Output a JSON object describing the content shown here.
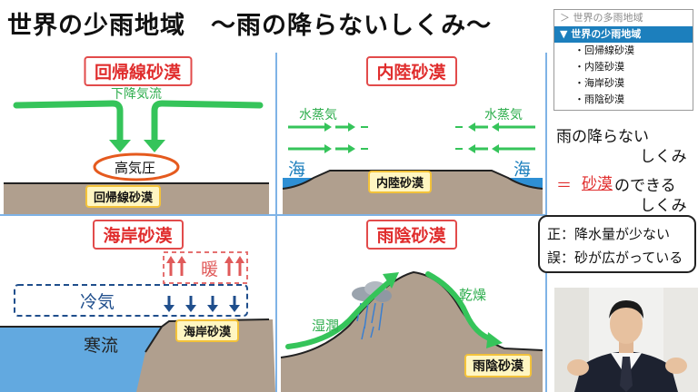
{
  "title": "世界の少雨地域　～雨の降らないしくみ～",
  "panels": {
    "tropic": {
      "title": "回帰線砂漠",
      "downdraft": "下降気流",
      "high_pressure": "高気圧",
      "desert_tag": "回帰線砂漠"
    },
    "inland": {
      "title": "内陸砂漠",
      "vapor_left": "水蒸気",
      "vapor_right": "水蒸気",
      "sea_left": "海",
      "sea_right": "海",
      "desert_tag": "内陸砂漠"
    },
    "coastal": {
      "title": "海岸砂漠",
      "warm": "暖",
      "cold_air": "冷気",
      "cold_current": "寒流",
      "desert_tag": "海岸砂漠"
    },
    "rainshadow": {
      "title": "雨陰砂漠",
      "humid": "湿潤",
      "dry": "乾燥",
      "desert_tag": "雨陰砂漠"
    }
  },
  "toc": {
    "parent": "＞ 世界の多雨地域",
    "active": "▼ 世界の少雨地域",
    "items": [
      "・回帰線砂漠",
      "・内陸砂漠",
      "・海岸砂漠",
      "・雨陰砂漠"
    ]
  },
  "side": {
    "line1": "雨の降らない",
    "line2": "しくみ",
    "eq": "＝",
    "highlight": "砂漠",
    "line3_rest": "のできる",
    "line4": "しくみ"
  },
  "truefalse": {
    "correct_label": "正：",
    "correct_text": "降水量が少ない",
    "wrong_label": "誤：",
    "wrong_text": "砂が広がっている"
  },
  "colors": {
    "panel_divider": "#7fb3e6",
    "title_red": "#e02d2d",
    "arrow_green": "#35c45a",
    "ground": "#b09f8e",
    "sea": "#2e8fd4",
    "highlight_bg": "#1c7fbd",
    "tag_yellow": "#fff6c2"
  }
}
